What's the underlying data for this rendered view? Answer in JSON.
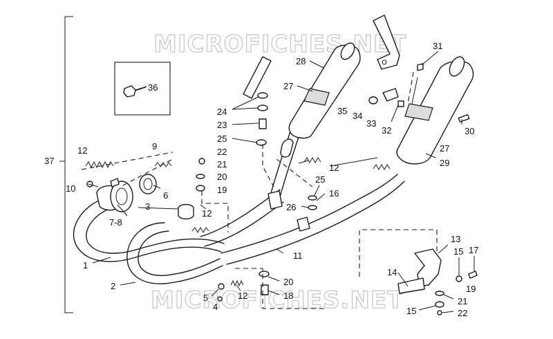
{
  "watermark_text": "MICROFICHES.NET",
  "callouts": [
    {
      "id": "c1",
      "text": "1"
    },
    {
      "id": "c2",
      "text": "2"
    },
    {
      "id": "c3",
      "text": "3"
    },
    {
      "id": "c4",
      "text": "4"
    },
    {
      "id": "c5",
      "text": "5"
    },
    {
      "id": "c6",
      "text": "6"
    },
    {
      "id": "c7_8",
      "text": "7-8"
    },
    {
      "id": "c9",
      "text": "9"
    },
    {
      "id": "c10",
      "text": "10"
    },
    {
      "id": "c11",
      "text": "11"
    },
    {
      "id": "c12a",
      "text": "12"
    },
    {
      "id": "c12b",
      "text": "12"
    },
    {
      "id": "c12c",
      "text": "12"
    },
    {
      "id": "c12d",
      "text": "12"
    },
    {
      "id": "c13",
      "text": "13"
    },
    {
      "id": "c14",
      "text": "14"
    },
    {
      "id": "c15a",
      "text": "15"
    },
    {
      "id": "c15b",
      "text": "15"
    },
    {
      "id": "c16",
      "text": "16"
    },
    {
      "id": "c17",
      "text": "17"
    },
    {
      "id": "c18",
      "text": "18"
    },
    {
      "id": "c19a",
      "text": "19"
    },
    {
      "id": "c19b",
      "text": "19"
    },
    {
      "id": "c20a",
      "text": "20"
    },
    {
      "id": "c20b",
      "text": "20"
    },
    {
      "id": "c21a",
      "text": "21"
    },
    {
      "id": "c21b",
      "text": "21"
    },
    {
      "id": "c22a",
      "text": "22"
    },
    {
      "id": "c22b",
      "text": "22"
    },
    {
      "id": "c23",
      "text": "23"
    },
    {
      "id": "c24",
      "text": "24"
    },
    {
      "id": "c25a",
      "text": "25"
    },
    {
      "id": "c25b",
      "text": "25"
    },
    {
      "id": "c26",
      "text": "26"
    },
    {
      "id": "c27a",
      "text": "27"
    },
    {
      "id": "c27b",
      "text": "27"
    },
    {
      "id": "c28",
      "text": "28"
    },
    {
      "id": "c29",
      "text": "29"
    },
    {
      "id": "c30",
      "text": "30"
    },
    {
      "id": "c31",
      "text": "31"
    },
    {
      "id": "c32",
      "text": "32"
    },
    {
      "id": "c33",
      "text": "33"
    },
    {
      "id": "c34",
      "text": "34"
    },
    {
      "id": "c35",
      "text": "35"
    },
    {
      "id": "c36",
      "text": "36"
    },
    {
      "id": "c37",
      "text": "37"
    }
  ]
}
